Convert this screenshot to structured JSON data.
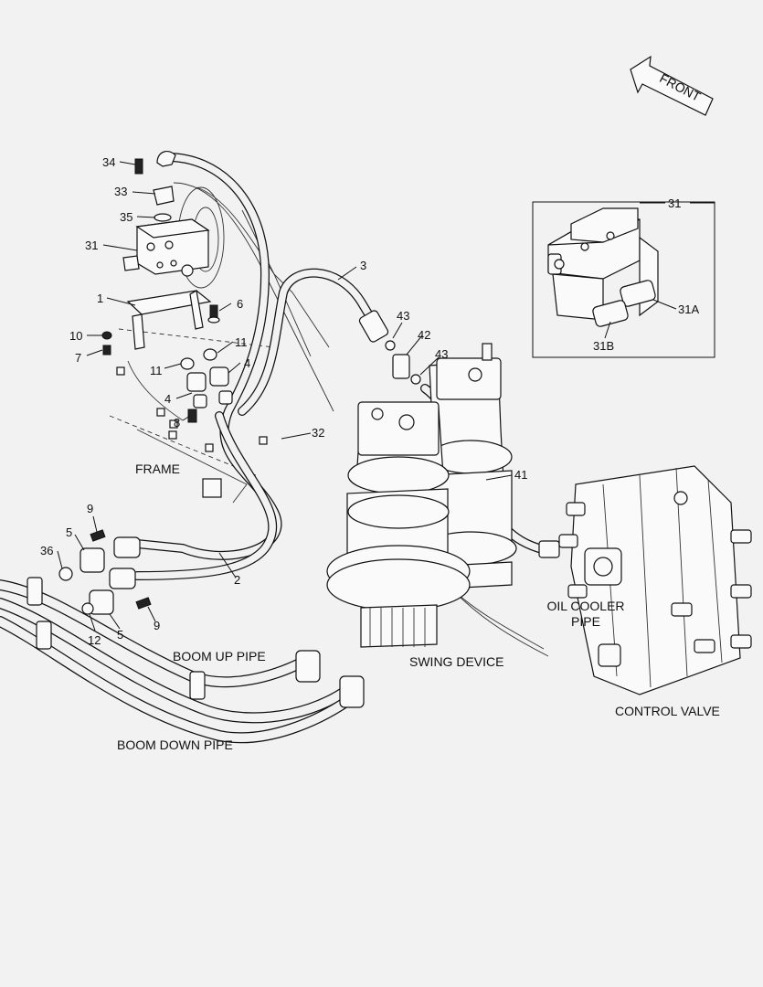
{
  "callouts": {
    "c34": "34",
    "c33": "33",
    "c35": "35",
    "c31_left": "31",
    "c1": "1",
    "c6": "6",
    "c10": "10",
    "c7": "7",
    "c11_a": "11",
    "c11_b": "11",
    "c4_a": "4",
    "c4_b": "4",
    "c8": "8",
    "c3": "3",
    "c43_a": "43",
    "c42": "42",
    "c43_b": "43",
    "c32": "32",
    "c41": "41",
    "c9_a": "9",
    "c5_a": "5",
    "c36": "36",
    "c2": "2",
    "c12": "12",
    "c5_b": "5",
    "c9_b": "9",
    "c31_inset": "31",
    "c31a": "31A",
    "c31b": "31B"
  },
  "labels": {
    "front": "FRONT",
    "frame": "FRAME",
    "swing_device": "SWING DEVICE",
    "oil_cooler_line1": "OIL COOLER",
    "oil_cooler_line2": "PIPE",
    "control_valve": "CONTROL VALVE",
    "boom_up_pipe": "BOOM UP PIPE",
    "boom_down_pipe": "BOOM DOWN PIPE"
  }
}
